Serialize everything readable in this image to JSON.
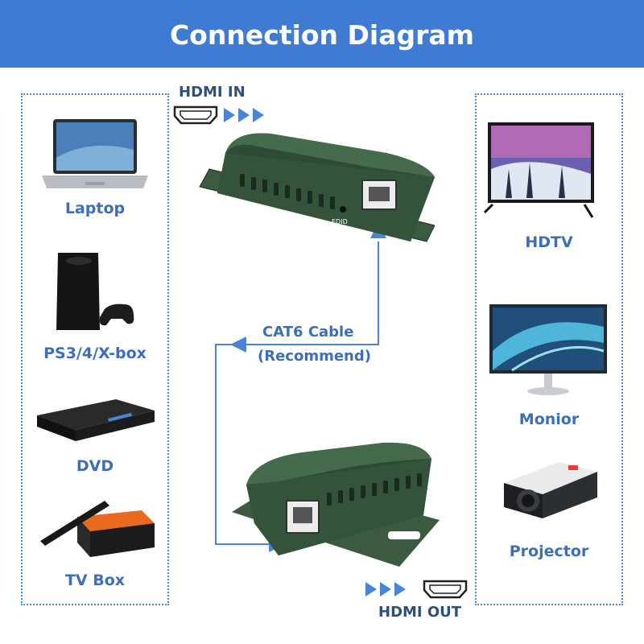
{
  "header": {
    "title": "Connection Diagram"
  },
  "colors": {
    "banner": "#3f7ad3",
    "label_blue": "#3d6fb8",
    "arrow_blue": "#4a84d6",
    "device_green": "#2f4a35"
  },
  "labels": {
    "hdmi_in": "HDMI IN",
    "hdmi_out": "HDMI OUT",
    "cable_line1": "CAT6 Cable",
    "cable_line2": "(Recommend)",
    "edid": "EDID"
  },
  "sources": [
    {
      "label": "Laptop",
      "icon": "laptop-icon"
    },
    {
      "label": "PS3/4/X-box",
      "icon": "game-console-icon"
    },
    {
      "label": "DVD",
      "icon": "dvd-player-icon"
    },
    {
      "label": "TV Box",
      "icon": "tv-box-icon"
    }
  ],
  "displays": [
    {
      "label": "HDTV",
      "icon": "hdtv-icon"
    },
    {
      "label": "Monior",
      "icon": "monitor-icon"
    },
    {
      "label": "Projector",
      "icon": "projector-icon"
    }
  ]
}
